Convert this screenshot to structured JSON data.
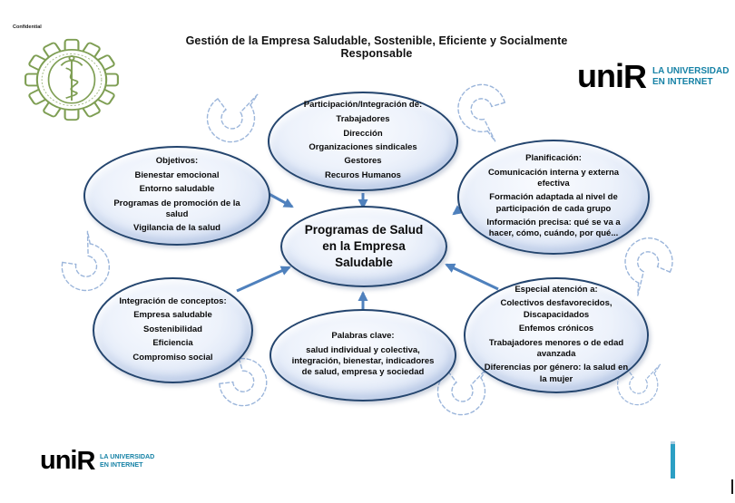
{
  "page": {
    "confidential": "Confidential",
    "title": "Gestión de la Empresa Saludable, Sostenible, Eficiente y Socialmente Responsable"
  },
  "brand": {
    "wordmark_prefix": "uni",
    "wordmark_r": "R",
    "tagline_line1": "LA UNIVERSIDAD",
    "tagline_line2": "EN INTERNET"
  },
  "diagram": {
    "center": {
      "text": "Programas de Salud en la Empresa Saludable"
    },
    "participacion": {
      "title": "Participación/Integración de:",
      "items": [
        "Trabajadores",
        "Dirección",
        "Organizaciones sindicales",
        "Gestores",
        "Recuros Humanos"
      ]
    },
    "objetivos": {
      "title": "Objetivos:",
      "items": [
        "Bienestar emocional",
        "Entorno saludable",
        "Programas de promoción de la salud",
        "Vigilancia de la salud"
      ]
    },
    "planificacion": {
      "title": "Planificación:",
      "items": [
        "Comunicación interna y externa efectiva",
        "Formación adaptada al nivel de participación de cada grupo",
        "Información precisa: qué se va a hacer, cómo, cuándo, por qué..."
      ]
    },
    "integracion": {
      "title": "Integración de conceptos:",
      "items": [
        "Empresa saludable",
        "Sostenibilidad",
        "Eficiencia",
        "Compromiso social"
      ]
    },
    "palabras": {
      "title": "Palabras clave:",
      "items": [
        "salud individual y colectiva, integración, bienestar, indicadores de salud, empresa y sociedad"
      ]
    },
    "especial": {
      "title": "Especial atención a:",
      "items": [
        "Colectivos desfavorecidos, Discapacidados",
        "Enfemos crónicos",
        "Trabajadores menores o de edad avanzada",
        "Diferencias por género: la salud en la mujer"
      ]
    }
  },
  "colors": {
    "solid_arrow": "#4F81BD",
    "dashed_arrow": "#9CB6DB",
    "bubble_border": "#24456E",
    "bubble_fill": "#DDE6F6",
    "brand_teal": "#1682A6",
    "gear_green": "#7E9E53",
    "teal_bar": "#2C9FC4"
  }
}
